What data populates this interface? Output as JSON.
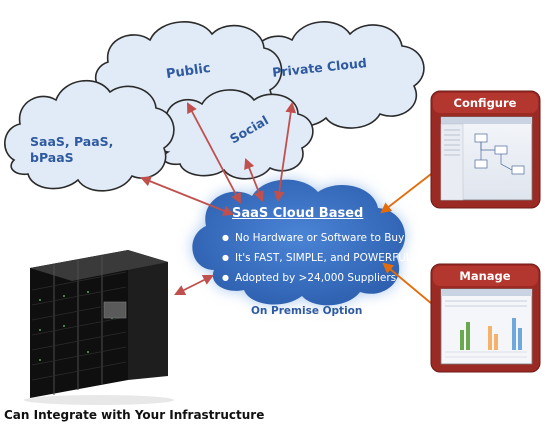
{
  "clouds": {
    "saas_paas_bpaas": [
      "SaaS, PaaS,",
      "bPaaS"
    ],
    "public": "Public",
    "social": "Social",
    "private_cloud": "Private Cloud"
  },
  "hub": {
    "title": "SaaS Cloud Based",
    "bullets": [
      "No Hardware or Software to Buy",
      "It's FAST, SIMPLE, and POWERFUL",
      "Adopted by >24,000 Suppliers"
    ],
    "on_premise": "On Premise Option"
  },
  "panels": {
    "configure": "Configure",
    "manage": "Manage"
  },
  "caption": "Can Integrate with Your Infrastructure",
  "colors": {
    "cloud_fill": "#e1ebf7",
    "cloud_stroke": "#2b2b2b",
    "label_blue": "#2f5aa0",
    "hub_fill": "#3a6fc4",
    "hub_glow": "#a9c8ee",
    "arrow_red": "#c0504d",
    "arrow_orange": "#e46c0a",
    "panel_red": "#9c2a24"
  }
}
